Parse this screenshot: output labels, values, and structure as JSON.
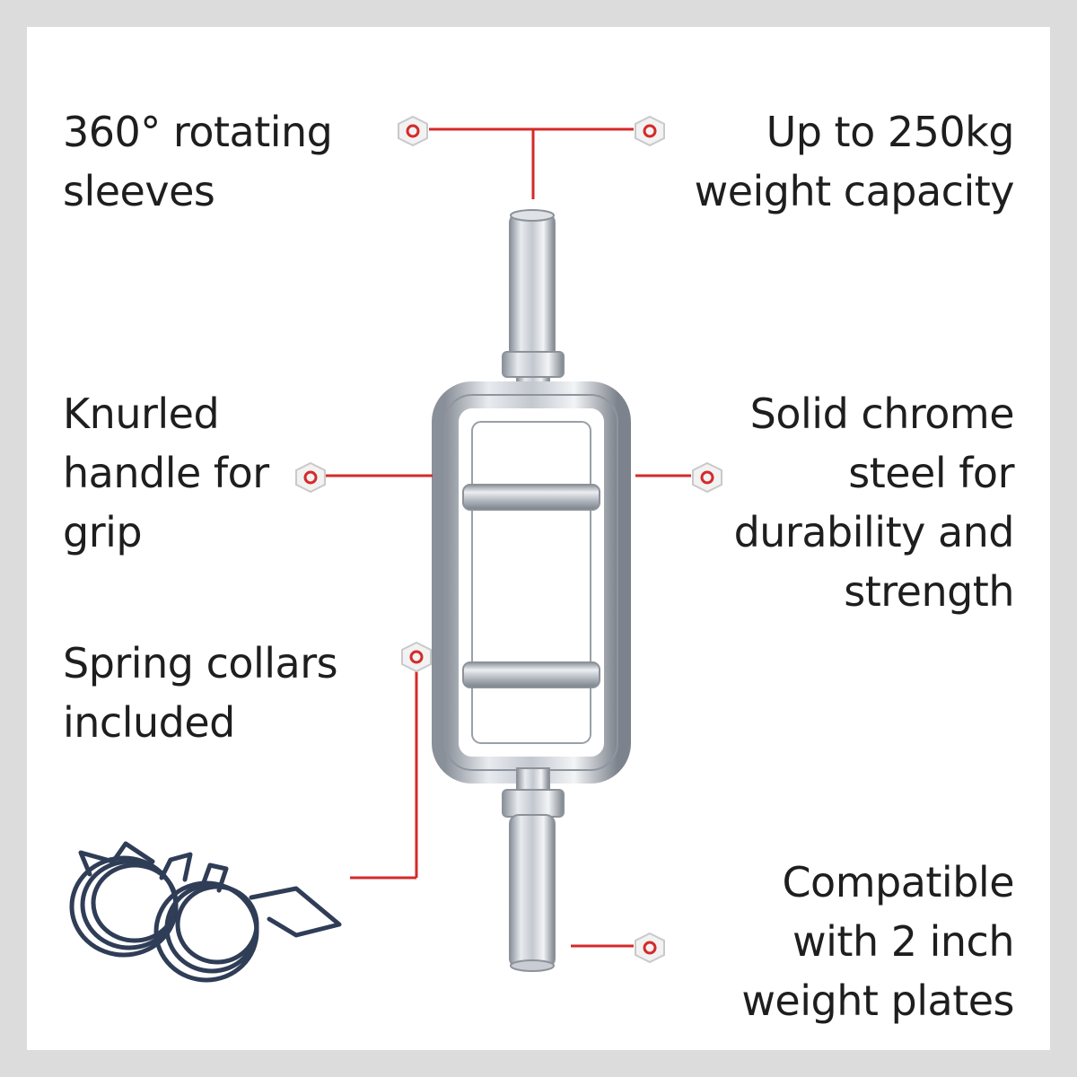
{
  "features": {
    "rotating": {
      "lines": [
        "360° rotating",
        "sleeves"
      ]
    },
    "capacity": {
      "lines": [
        "Up to 250kg",
        "weight capacity"
      ]
    },
    "knurled": {
      "lines": [
        "Knurled",
        "handle for",
        "grip"
      ]
    },
    "chrome": {
      "lines": [
        "Solid chrome",
        "steel for",
        "durability and",
        "strength"
      ]
    },
    "collars": {
      "lines": [
        "Spring collars",
        "included"
      ]
    },
    "compatible": {
      "lines": [
        "Compatible",
        "with 2 inch",
        "weight plates"
      ]
    }
  },
  "colors": {
    "callout_line": "#d42a2a",
    "text": "#1e1e1e",
    "chrome": "#b7bcc4",
    "collar": "#2f3d57"
  },
  "icons": {
    "marker": "hex-nut-icon",
    "product": "triceps-bar-image",
    "collars": "spring-collars-image"
  }
}
